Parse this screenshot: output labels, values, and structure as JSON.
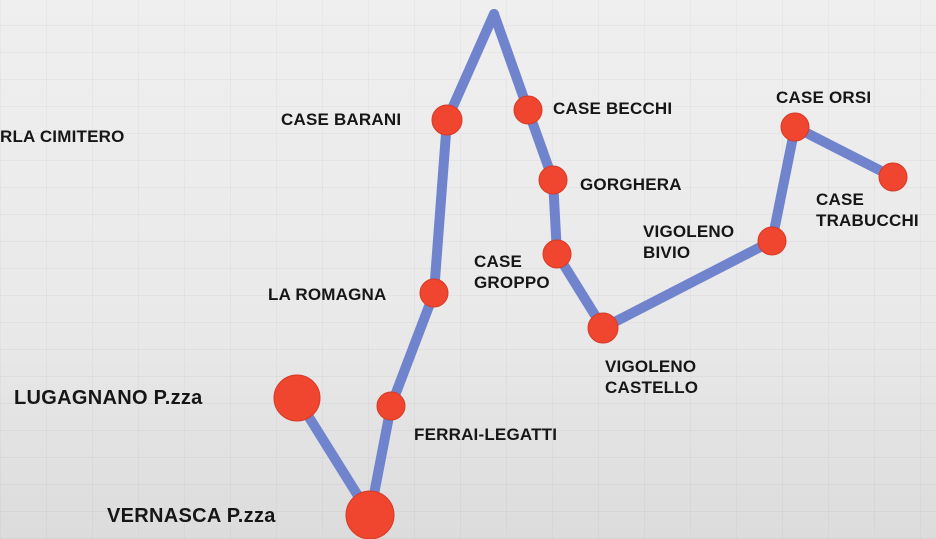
{
  "stops": {
    "lugagnano": "LUGAGNANO P.zza",
    "vernasca": "VERNASCA P.zza",
    "ferrai_legatti": "FERRAI-LEGATTI",
    "la_romagna": "LA ROMAGNA",
    "case_barani": "CASE BARANI",
    "case_becchi": "CASE BECCHI",
    "gorghera": "GORGHERA",
    "case_groppo_1": "CASE",
    "case_groppo_2": "GROPPO",
    "vigoleno_castello_1": "VIGOLENO",
    "vigoleno_castello_2": "CASTELLO",
    "vigoleno_bivio_1": "VIGOLENO",
    "vigoleno_bivio_2": "BIVIO",
    "case_orsi": "CASE ORSI",
    "case_trabucchi_1": "CASE",
    "case_trabucchi_2": "TRABUCCHI",
    "cimitero": "RLA CIMITERO"
  },
  "colors": {
    "route_line": "#6f84cc",
    "stop_dot": "#f0452f",
    "label_text": "#161616"
  }
}
